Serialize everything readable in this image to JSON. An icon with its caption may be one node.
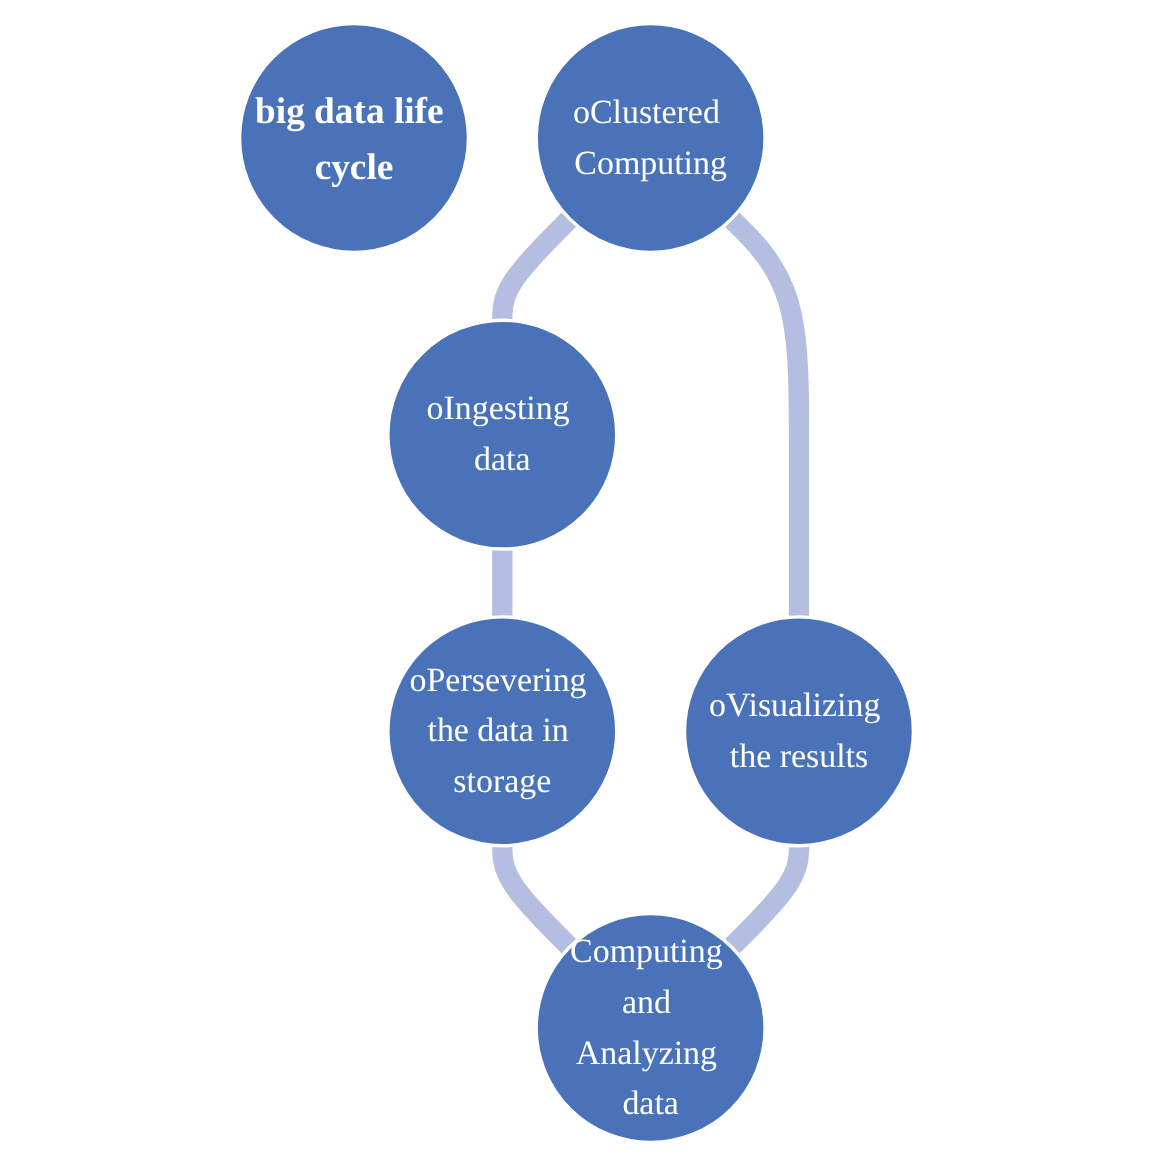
{
  "diagram": {
    "nodes": [
      {
        "text": [
          "big data life cycle"
        ]
      },
      {
        "text": [
          "oClustered Computing"
        ]
      },
      {
        "text": [
          "oIngesting data"
        ]
      },
      {
        "text": [
          "oPersevering the data in storage"
        ]
      },
      {
        "text": [
          "Computing and Analyzing data"
        ]
      },
      {
        "text": [
          "oVisualizing the results"
        ]
      }
    ],
    "edges": [
      {
        "from": 1,
        "to": 2,
        "arrow": "none"
      },
      {
        "from": 2,
        "to": 3,
        "arrow": "none"
      },
      {
        "from": 3,
        "to": 4,
        "arrow": "none"
      },
      {
        "from": 4,
        "to": 5,
        "arrow": "none"
      },
      {
        "from": 5,
        "to": 1,
        "arrow": "none"
      }
    ]
  }
}
